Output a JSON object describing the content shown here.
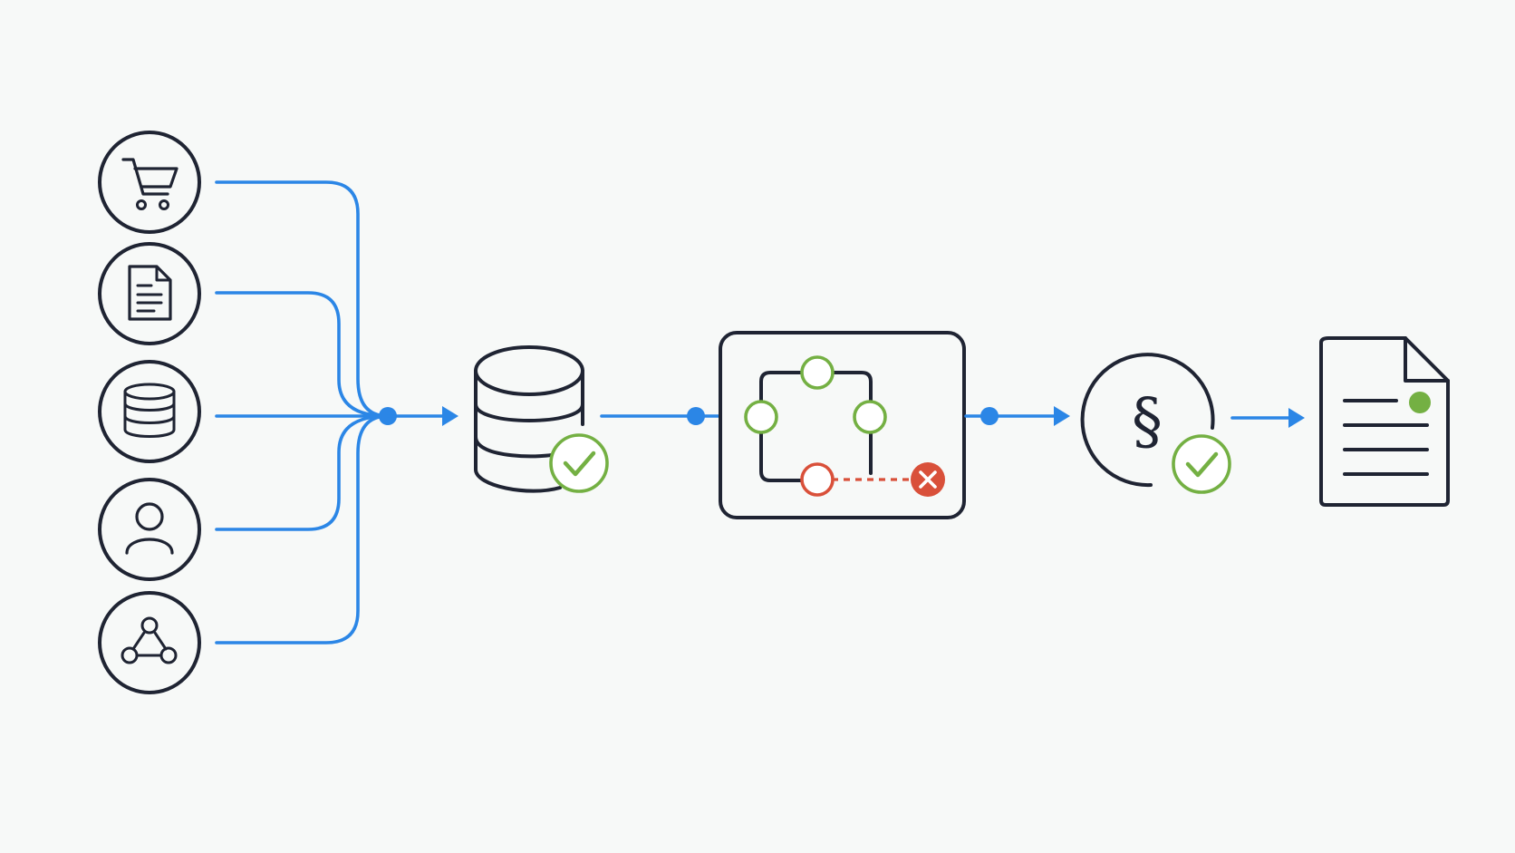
{
  "diagram": {
    "sources": [
      {
        "icon": "shopping-cart-icon"
      },
      {
        "icon": "document-icon"
      },
      {
        "icon": "database-icon"
      },
      {
        "icon": "user-icon"
      },
      {
        "icon": "network-icon"
      }
    ],
    "stages": [
      {
        "icon": "database-icon",
        "status": "verified"
      },
      {
        "icon": "graph-validation-icon",
        "status": "partial-failure"
      },
      {
        "icon": "section-sign-icon",
        "status": "verified"
      },
      {
        "icon": "report-document-icon",
        "status": "complete"
      }
    ],
    "legal": {
      "symbol": "§"
    },
    "colors": {
      "ink": "#1f2433",
      "flow": "#2b86e6",
      "success": "#74b043",
      "error": "#d9503a",
      "background": "#f7f9f8"
    }
  }
}
